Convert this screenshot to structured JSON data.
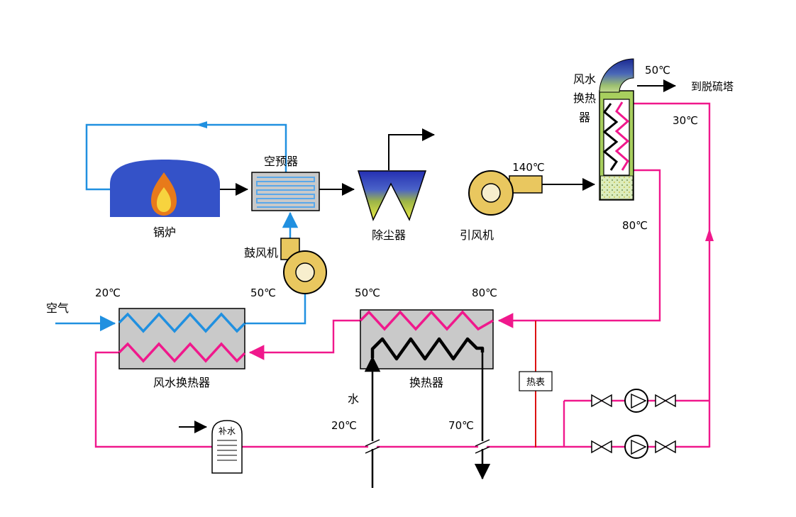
{
  "diagram": {
    "labels": {
      "boiler": "锅炉",
      "air_preheater": "空预器",
      "blower": "鼓风机",
      "dust_collector": "除尘器",
      "id_fan": "引风机",
      "hx_right_l1": "风水",
      "hx_right_l2": "换热",
      "hx_right_l3": "器",
      "to_fgd": "到脱硫塔",
      "hx_left": "风水换热器",
      "hx_mid": "换热器",
      "heat_meter": "热表",
      "makeup_water": "补水",
      "air_inlet": "空气",
      "water_inlet": "水"
    },
    "temperatures": {
      "flue_outlet_top": "50℃",
      "water_return": "30℃",
      "flue_after_fan": "140℃",
      "water_supply_right": "80℃",
      "air_in": "20℃",
      "air_out": "50℃",
      "hx_mid_left": "50℃",
      "hx_mid_right": "80℃",
      "water_cold_in": "20℃",
      "water_hot_out": "70℃"
    },
    "colors": {
      "air_line": "#2090E0",
      "hot_water_line": "#F0188C",
      "flue_line": "#000000",
      "meter_line": "#DD1111",
      "fan_fill": "#E9C75F",
      "box_fill": "#C9C9C9",
      "unit_fill": "#A8CF5E",
      "boiler_fill": "#3452C8",
      "flame_outer": "#E87A1A",
      "flame_inner": "#F7D33E"
    }
  }
}
